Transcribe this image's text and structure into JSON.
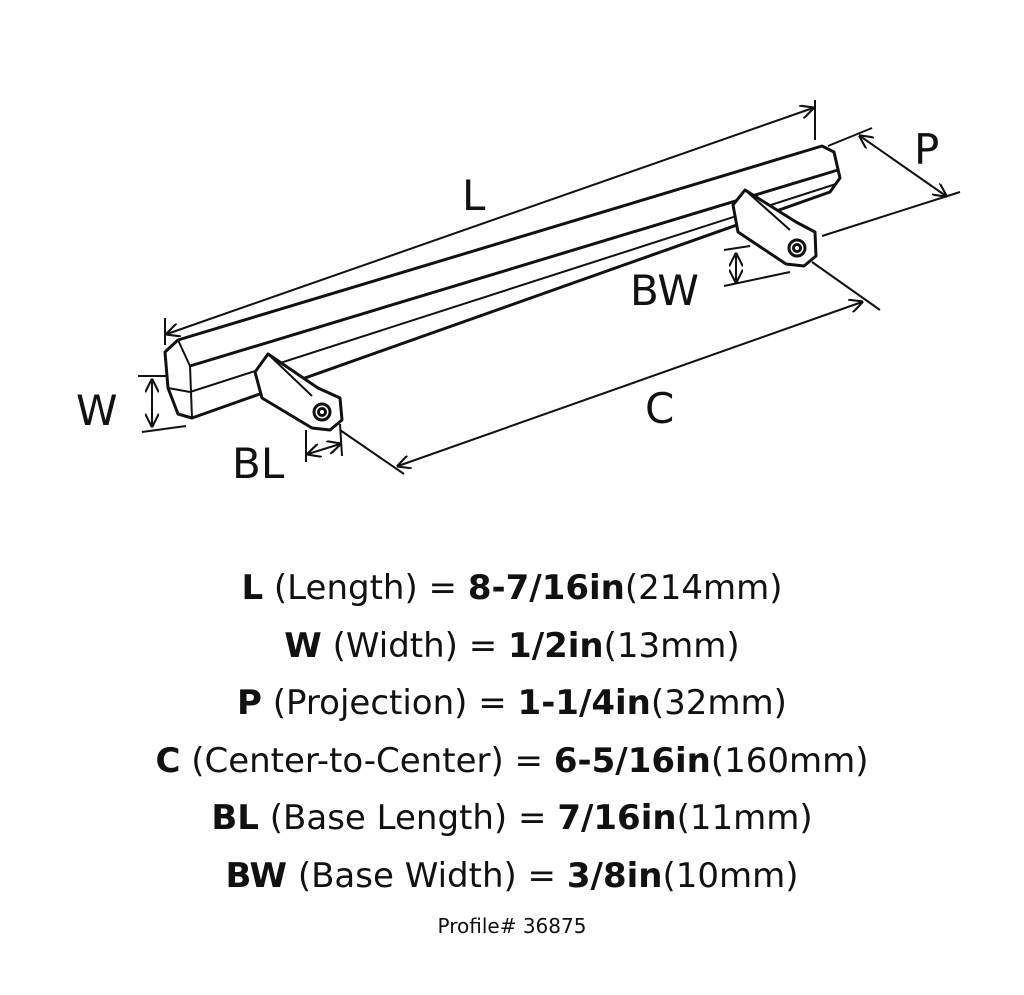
{
  "diagram": {
    "labels": {
      "L": "L",
      "P": "P",
      "BW": "BW",
      "W": "W",
      "C": "C",
      "BL": "BL"
    }
  },
  "specs": [
    {
      "key": "L",
      "desc": "(Length) =",
      "imperial": "8-7/16in",
      "metric": "(214mm)"
    },
    {
      "key": "W",
      "desc": "(Width) =",
      "imperial": "1/2in",
      "metric": "(13mm)"
    },
    {
      "key": "P",
      "desc": "(Projection) =",
      "imperial": "1-1/4in",
      "metric": "(32mm)"
    },
    {
      "key": "C",
      "desc": "(Center-to-Center) =",
      "imperial": "6-5/16in",
      "metric": "(160mm)"
    },
    {
      "key": "BL",
      "desc": "(Base Length) =",
      "imperial": "7/16in",
      "metric": "(11mm)"
    },
    {
      "key": "BW",
      "desc": "(Base Width) =",
      "imperial": "3/8in",
      "metric": "(10mm)"
    }
  ],
  "profile": "Profile# 36875"
}
